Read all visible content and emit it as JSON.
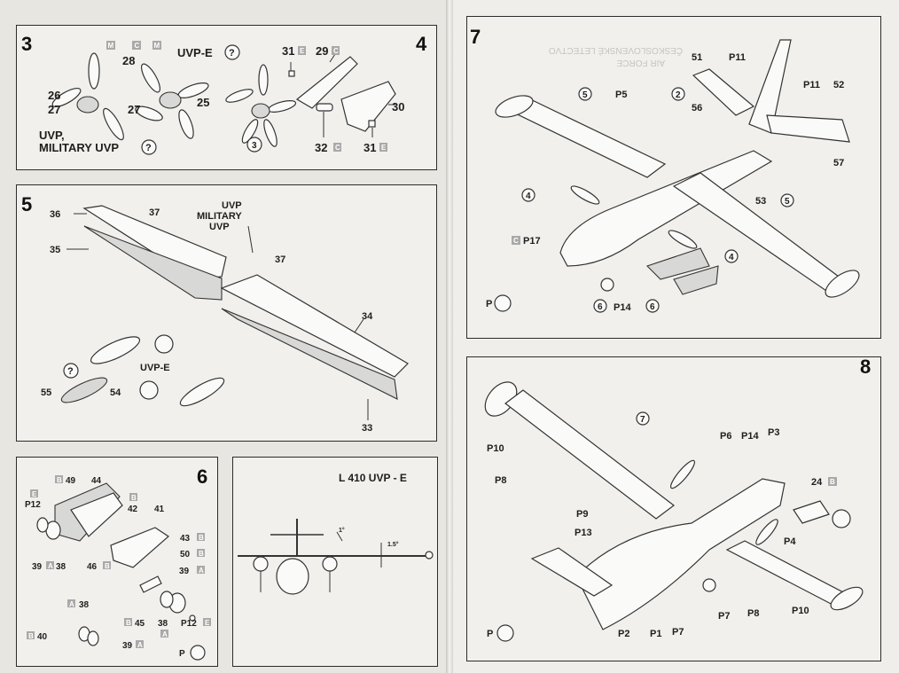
{
  "steps": {
    "s3": "3",
    "s4": "4",
    "s5": "5",
    "s6": "6",
    "s7": "7",
    "s8": "8"
  },
  "panel3": {
    "badge_m1": "M",
    "badge_c": "C",
    "badge_m2": "M",
    "p28": "28",
    "p26": "26",
    "p27a": "27",
    "p27b": "27",
    "p25": "25",
    "uvpe": "UVP-E",
    "q": "?",
    "uvp": "UVP,",
    "military_uvp": "MILITARY UVP",
    "q2": "?"
  },
  "panel4": {
    "p31a": "31",
    "badge_e1": "E",
    "p29": "29",
    "badge_c1": "C",
    "p30": "30",
    "p32": "32",
    "badge_c2": "C",
    "p31b": "31",
    "badge_e2": "E",
    "p3": "3"
  },
  "panel5": {
    "p36": "36",
    "p35": "35",
    "p37a": "37",
    "p37b": "37",
    "uvp": "UVP",
    "military": "MILITARY",
    "uvp2": "UVP",
    "p34": "34",
    "p33": "33",
    "uvpe": "UVP-E",
    "q": "?",
    "p55": "55",
    "p54": "54"
  },
  "panel6": {
    "b49": "B",
    "p49": "49",
    "p44": "44",
    "be": "E",
    "p12a": "P12",
    "b42": "B",
    "p42": "42",
    "p41": "41",
    "p43": "43",
    "b43": "B",
    "p50": "50",
    "b50": "B",
    "p39a": "39",
    "ba1": "A",
    "p38a": "38",
    "p46": "46",
    "bb46": "B",
    "p39b": "39",
    "ba2": "A",
    "ba3": "A",
    "p38b": "38",
    "p45": "45",
    "bb45": "B",
    "p38c": "38",
    "ba4": "A",
    "p12b": "P12",
    "be2": "E",
    "bb40": "B",
    "p40": "40",
    "p39c": "39",
    "ba5": "A",
    "pp": "P"
  },
  "panel_l410": {
    "title": "L 410 UVP - E",
    "angle1": "1.5°",
    "angle2": "1°"
  },
  "panel7": {
    "p5a": "5",
    "p_p5": "P5",
    "p2": "2",
    "p51": "51",
    "p_p11a": "P11",
    "p_p11b": "P11",
    "p52": "52",
    "p56": "56",
    "p57": "57",
    "p53": "53",
    "p5b": "5",
    "p4a": "4",
    "badge_c": "C",
    "p_p17": "P17",
    "p4b": "4",
    "p6a": "6",
    "p_p14": "P14",
    "p6b": "6",
    "pp": "P",
    "ghost1": "ČESKOSLOVENSKÉ LETECTVO",
    "ghost2": "AIR FORCE"
  },
  "panel8": {
    "p7": "7",
    "p10a": "P10",
    "p8a": "P8",
    "p9": "P9",
    "p13": "P13",
    "p6": "P6",
    "p14": "P14",
    "p3": "P3",
    "p24": "24",
    "badge_b": "B",
    "p4": "P4",
    "p7b": "P7",
    "p8b": "P8",
    "p10b": "P10",
    "p2": "P2",
    "p1": "P1",
    "p7c": "P7",
    "pp": "P"
  },
  "colors": {
    "ink": "#1e1e1e",
    "badge": "#a9a9a9",
    "paper": "#f1f0ec"
  }
}
